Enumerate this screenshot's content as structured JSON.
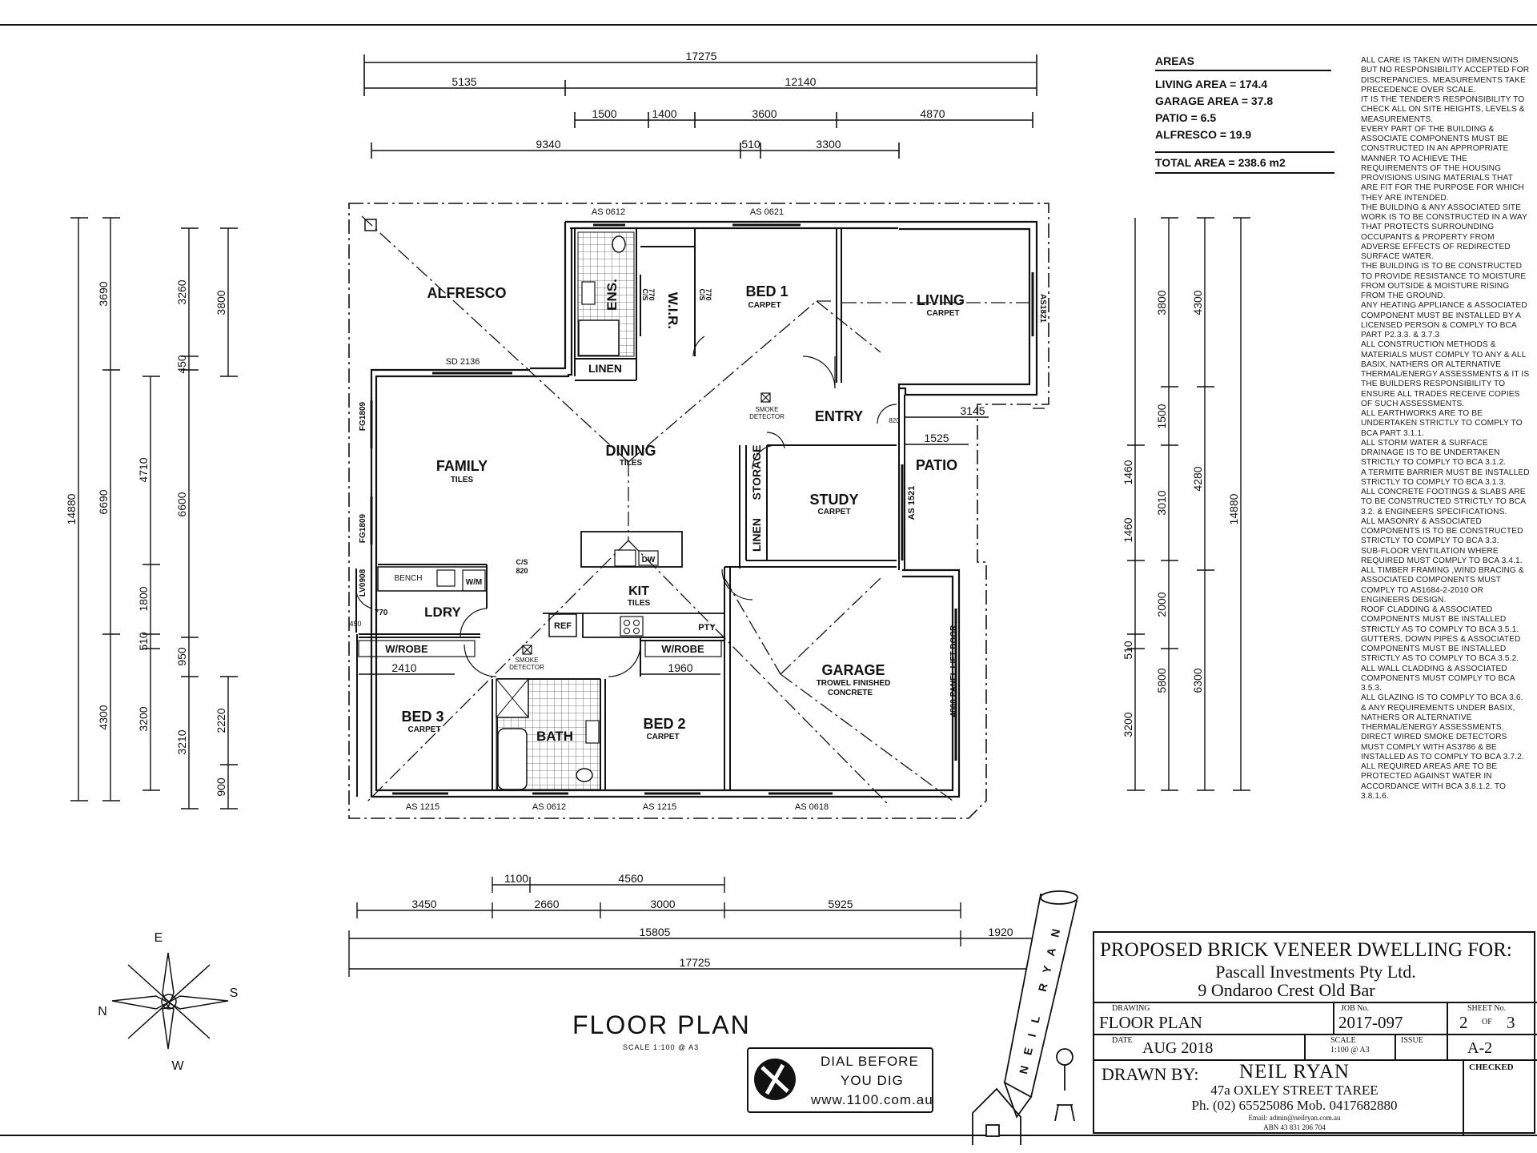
{
  "plan": {
    "rooms": {
      "alfresco": "ALFRESCO",
      "family": "FAMILY",
      "family_finish": "TILES",
      "dining": "DINING",
      "dining_finish": "TILES",
      "ens": "ENS.",
      "wir": "W.I.R.",
      "cs1": "C/S",
      "cs1_w": "770",
      "cs2": "C/S",
      "cs2_w": "770",
      "bed1": "BED 1",
      "bed1_finish": "CARPET",
      "living": "LIVING",
      "living_finish": "CARPET",
      "linen_top": "LINEN",
      "entry": "ENTRY",
      "smoke1": "SMOKE",
      "smoke1b": "DETECTOR",
      "storage": "STORAGE",
      "linen_mid": "LINEN",
      "study": "STUDY",
      "study_finish": "CARPET",
      "patio": "PATIO",
      "kit": "KIT",
      "kit_finish": "TILES",
      "dw": "DW",
      "ref": "REF",
      "pty": "PTY",
      "cs3": "C/S",
      "cs3_w": "820",
      "bench": "BENCH",
      "wm": "W/M",
      "ldry": "LDRY",
      "ldry_door": "770",
      "wrobe1": "W/ROBE",
      "wrobe2": "W/ROBE",
      "smoke2": "SMOKE",
      "smoke2b": "DETECTOR",
      "bed3": "BED 3",
      "bed3_finish": "CARPET",
      "bath": "BATH",
      "bed2": "BED 2",
      "bed2_finish": "CARPET",
      "garage": "GARAGE",
      "garage_finish1": "TROWEL FINISHED",
      "garage_finish2": "CONCRETE",
      "garage_door": "4800 PANEL LIFT DOOR",
      "as_patio": "AS 1521"
    },
    "windows": {
      "w_top1": "AS 0612",
      "w_top2": "AS 0621",
      "w_living": "AS1821",
      "w_sd": "SD 2136",
      "w_fg1": "FG1809",
      "w_fg2": "FG1809",
      "w_lv": "LV0908",
      "w_b1": "AS 1215",
      "w_b2": "AS 0612",
      "w_b3": "AS 1215",
      "w_b4": "AS 0618",
      "w_entry": "820"
    },
    "dims_top": {
      "overall": "17275",
      "a1": "5135",
      "a2": "12140",
      "b1": "1500",
      "b2": "1400",
      "b3": "3600",
      "b4": "4870",
      "c1": "9340",
      "c2": "510",
      "c3": "3300"
    },
    "dims_bottom": {
      "a1": "1100",
      "a2": "4560",
      "b1": "3450",
      "b2": "2660",
      "b3": "3000",
      "b4": "5925",
      "c1": "15805",
      "c2": "1920",
      "d1": "17725"
    },
    "dims_left": {
      "overall": "14880",
      "a1": "3690",
      "a2": "6690",
      "a3": "4300",
      "b1": "4710",
      "b2": "1800",
      "b3": "510",
      "b4": "3200",
      "c1": "3260",
      "c2": "450",
      "c3": "6600",
      "c4": "950",
      "c5": "3210",
      "d1": "3800",
      "d2": "2220",
      "d3": "900"
    },
    "dims_right": {
      "overall": "14880",
      "a1": "3800",
      "a2": "1500",
      "a3": "3010",
      "a4": "2000",
      "a5": "5800",
      "b1": "1460",
      "b2": "1460",
      "b3": "510",
      "b4": "3200",
      "c1": "4300",
      "c2": "4280",
      "c3": "6300"
    },
    "dims_inner": {
      "w_2410": "2410",
      "w_1960": "1960",
      "w_1525": "1525",
      "w_3145": "3145",
      "w_450": "450"
    }
  },
  "areas": {
    "heading": "AREAS",
    "living": "LIVING AREA = 174.4",
    "garage": "GARAGE AREA = 37.8",
    "patio": "PATIO = 6.5",
    "alfresco": "ALFRESCO = 19.9",
    "total": "TOTAL AREA = 238.6 m2"
  },
  "notes": [
    "ALL CARE IS TAKEN WITH DIMENSIONS BUT NO RESPONSIBILITY ACCEPTED FOR DISCREPANCIES. MEASUREMENTS TAKE PRECEDENCE OVER SCALE.",
    "IT IS THE TENDER'S RESPONSIBILITY TO CHECK ALL ON SITE HEIGHTS, LEVELS & MEASUREMENTS.",
    "EVERY PART OF THE BUILDING & ASSOCIATE COMPONENTS MUST BE CONSTRUCTED IN AN APPROPRIATE MANNER TO ACHIEVE THE REQUIREMENTS OF THE HOUSING PROVISIONS USING MATERIALS THAT ARE FIT FOR THE PURPOSE FOR WHICH THEY ARE INTENDED.",
    "THE BUILDING & ANY ASSOCIATED SITE WORK IS TO BE CONSTRUCTED IN A WAY THAT PROTECTS SURROUNDING OCCUPANTS & PROPERTY FROM ADVERSE EFFECTS OF REDIRECTED SURFACE WATER.",
    "THE BUILDING IS TO BE CONSTRUCTED TO PROVIDE RESISTANCE TO MOISTURE FROM OUTSIDE & MOISTURE RISING FROM THE GROUND.",
    "ANY HEATING APPLIANCE & ASSOCIATED COMPONENT MUST BE INSTALLED BY A LICENSED PERSON & COMPLY TO BCA PART P2.3.3. & 3.7.3",
    "ALL CONSTRUCTION METHODS & MATERIALS MUST COMPLY TO ANY & ALL BASIX, NATHERS OR ALTERNATIVE THERMAL/ENERGY ASSESSMENTS & IT IS THE BUILDERS RESPONSIBILITY TO ENSURE ALL TRADES RECEIVE COPIES OF SUCH ASSESSMENTS.",
    "ALL EARTHWORKS ARE TO BE UNDERTAKEN STRICTLY TO COMPLY TO BCA PART 3.1.1.",
    "ALL STORM WATER & SURFACE DRAINAGE IS TO BE UNDERTAKEN STRICTLY TO COMPLY TO BCA 3.1.2.",
    "A TERMITE BARRIER MUST BE INSTALLED STRICTLY TO COMPLY TO BCA 3.1.3.",
    "ALL CONCRETE FOOTINGS & SLABS ARE TO BE CONSTRUCTED STRICTLY TO BCA 3.2. & ENGINEERS SPECIFICATIONS.",
    "ALL MASONRY & ASSOCIATED COMPONENTS IS TO BE CONSTRUCTED STRICTLY TO COMPLY TO BCA 3.3.",
    "SUB-FLOOR VENTILATION WHERE REQUIRED MUST COMPLY TO BCA 3.4.1.",
    "ALL TIMBER FRAMING ,WIND BRACING & ASSOCIATED COMPONENTS MUST COMPLY TO AS1684-2-2010 OR ENGINEERS DESIGN.",
    "ROOF CLADDING & ASSOCIATED COMPONENTS MUST BE INSTALLED STRICTLY AS TO COMPLY TO BCA 3.5.1.",
    "GUTTERS, DOWN PIPES & ASSOCIATED COMPONENTS MUST BE INSTALLED STRICTLY AS TO COMPLY TO BCA 3.5.2.",
    "ALL WALL CLADDING & ASSOCIATED COMPONENTS MUST COMPLY TO BCA 3.5.3.",
    "ALL GLAZING IS TO COMPLY TO BCA 3.6. & ANY REQUIREMENTS UNDER BASIX, NATHERS OR ALTERNATIVE THERMAL/ENERGY ASSESSMENTS.",
    "DIRECT WIRED SMOKE DETECTORS MUST COMPLY WITH AS3786 & BE INSTALLED AS TO COMPLY TO BCA 3.7.2.",
    "ALL REQUIRED AREAS ARE TO BE PROTECTED AGAINST WATER IN ACCORDANCE WITH BCA 3.8.1.2. TO 3.8.1.6."
  ],
  "compass": {
    "n": "N",
    "e": "E",
    "s": "S",
    "w": "W"
  },
  "drawing_title": "FLOOR PLAN",
  "scale_note": "SCALE 1:100 @ A3",
  "dial": {
    "line1": "DIAL BEFORE",
    "line2": "YOU DIG",
    "url": "www.1100.com.au"
  },
  "logo": {
    "text": "NEIL RYAN"
  },
  "title_block": {
    "title": "PROPOSED BRICK VENEER DWELLING FOR:",
    "client": "Pascall Investments Pty Ltd.",
    "address": "9 Ondaroo Crest  Old Bar",
    "drawing_label": "DRAWING",
    "drawing": "FLOOR PLAN",
    "job_label": "JOB No.",
    "job": "2017-097",
    "sheet_label": "SHEET No.",
    "sheet": "2",
    "sheet_of": "OF",
    "sheet_total": "3",
    "date_label": "DATE",
    "date": "AUG 2018",
    "scale_label": "SCALE",
    "scale": "1:100 @ A3",
    "issue_label": "ISSUE",
    "issue": "A-2",
    "drawn_label": "DRAWN BY:",
    "drawn_name": "NEIL RYAN",
    "drawn_addr": "47a OXLEY STREET TAREE",
    "phone": "Ph. (02) 65525086  Mob. 0417682880",
    "email": "Email: admin@neilryan.com.au",
    "abn": "ABN 43 831 206 704",
    "checked_label": "CHECKED"
  }
}
